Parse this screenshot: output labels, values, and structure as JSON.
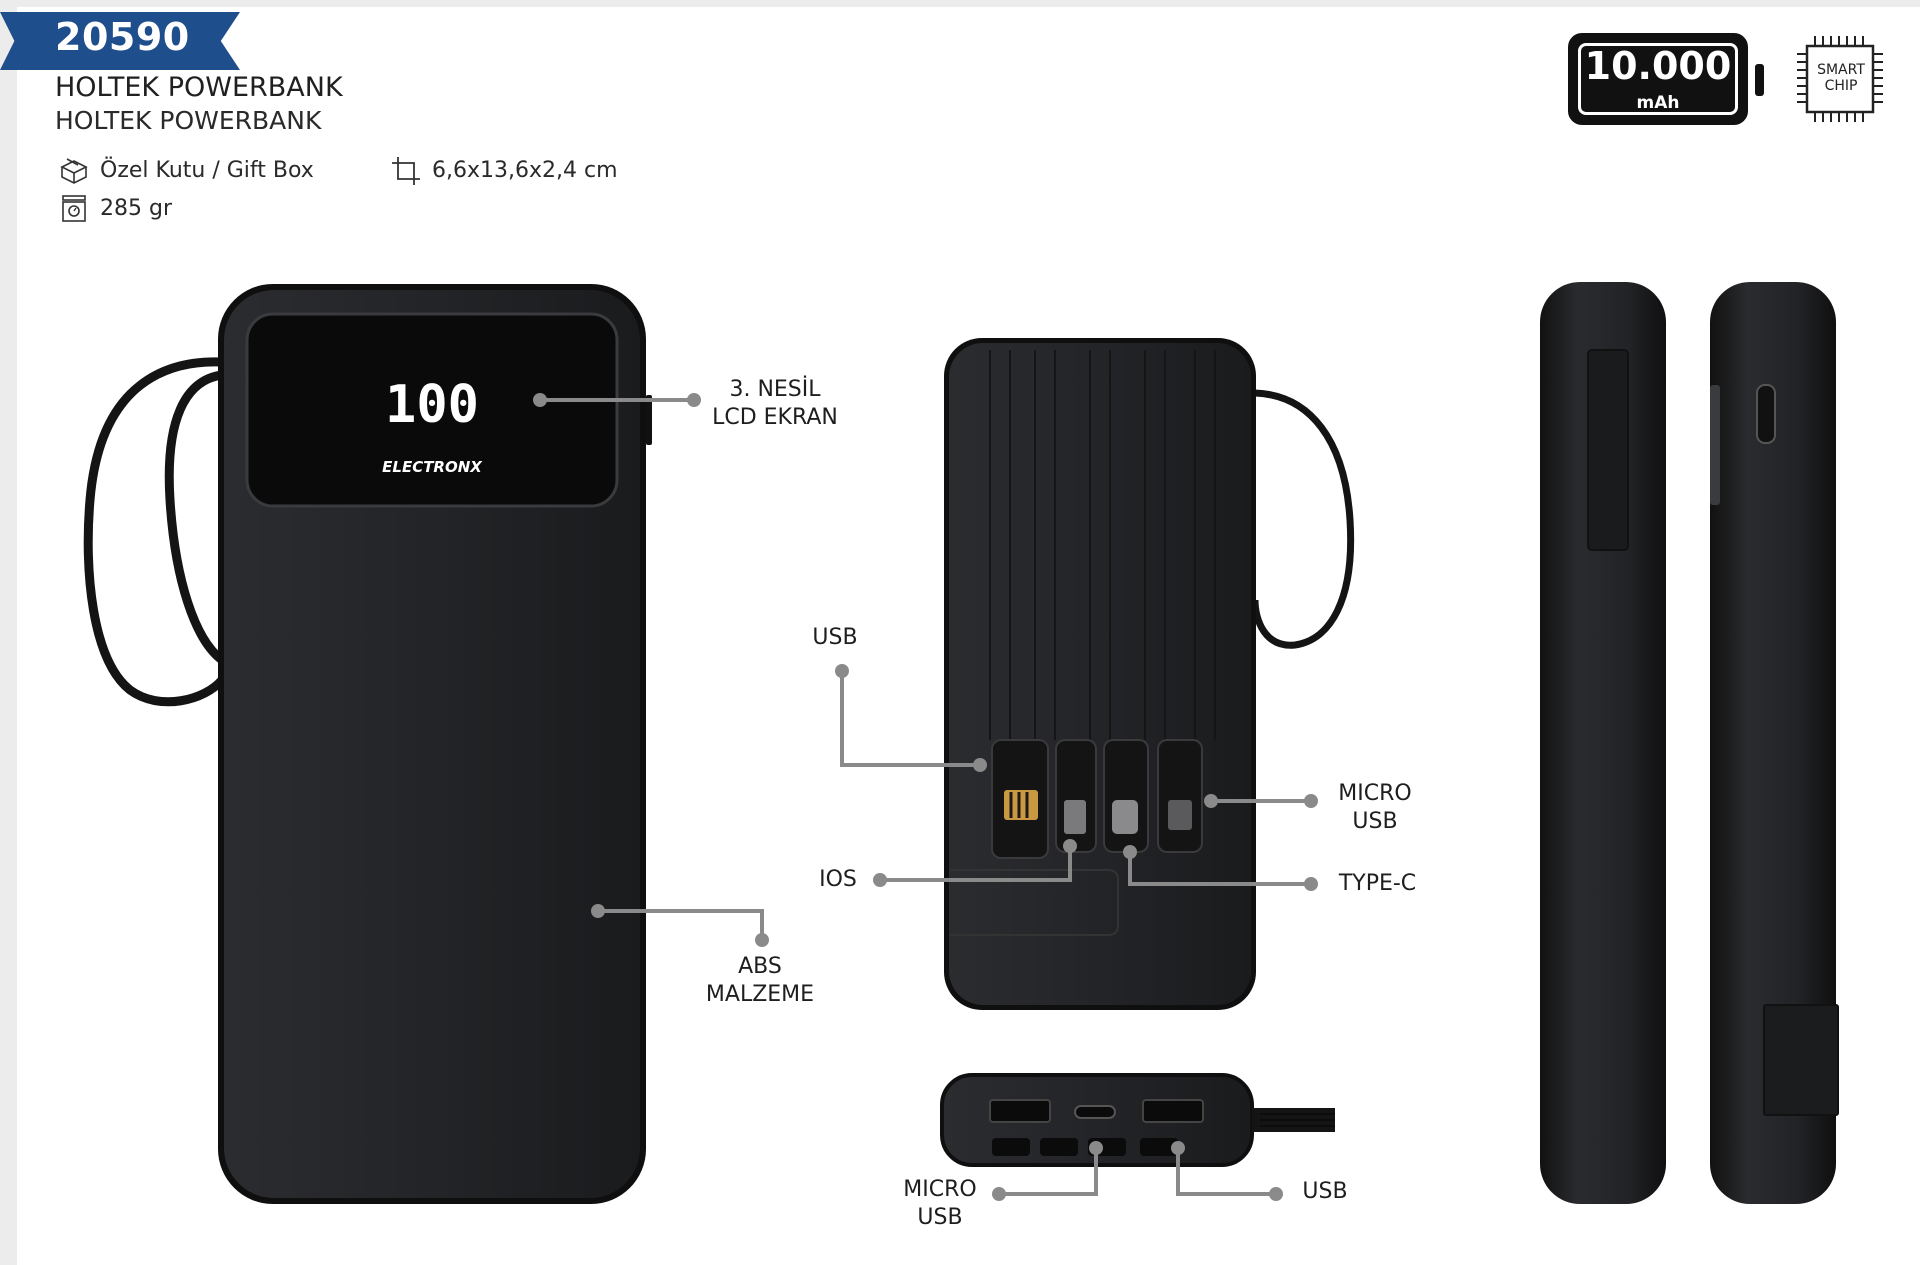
{
  "product": {
    "code": "20590",
    "title_tr": "HOLTEK POWERBANK",
    "title_en": "HOLTEK POWERBANK"
  },
  "specs": {
    "packaging": "Özel Kutu / Gift Box",
    "dimensions": "6,6x13,6x2,4 cm",
    "weight": "285 gr",
    "icons": [
      "gift-box-icon",
      "dimensions-icon",
      "scale-icon"
    ]
  },
  "badges": {
    "capacity_value": "10.000",
    "capacity_unit": "mAh",
    "chip_line1": "SMART",
    "chip_line2": "CHIP"
  },
  "device": {
    "display_digits": "100",
    "brand": "ELECTRONX"
  },
  "callouts": {
    "lcd_line1": "3. NESİL",
    "lcd_line2": "LCD EKRAN",
    "abs_line1": "ABS",
    "abs_line2": "MALZEME",
    "usb_cable": "USB",
    "ios_cable": "IOS",
    "micro_cable_line1": "MICRO",
    "micro_cable_line2": "USB",
    "typec_cable": "TYPE-C",
    "micro_port_line1": "MICRO",
    "micro_port_line2": "USB",
    "usb_port": "USB"
  },
  "colors": {
    "banner": "#1f4e8c",
    "device_body": "#1e1f21",
    "callout_line": "#8a8a8a"
  }
}
